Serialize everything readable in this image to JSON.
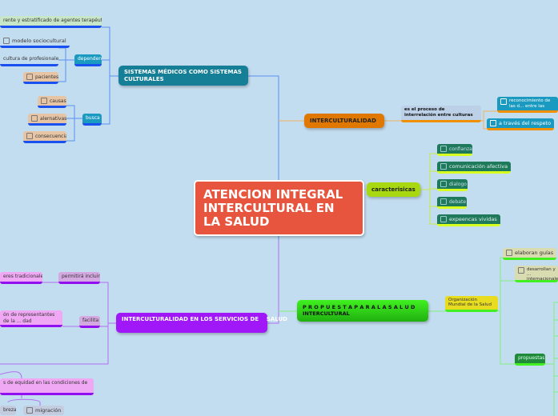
{
  "center": {
    "title": "ATENCION INTEGRAL INTERCULTURAL EN LA SALUD"
  },
  "sistemas": {
    "title": "SISTEMAS MÉDICOS COMO SISTEMAS CULTURALES",
    "top": "rente y estratificado de agentes terapéuticos",
    "dependen": "dependen",
    "dependen_items": [
      "modelo sociocultural",
      "cultura de profesionales",
      "pacientes"
    ],
    "busca": "busca",
    "busca_items": [
      "causas",
      "alernativas",
      "consecuencia"
    ]
  },
  "intercul": {
    "title": "INTERCULTURALIDAD",
    "def": "es el proceso de interrelación entre culturas",
    "items": [
      "reconocimiento de las d... entre las personas y gr...",
      "a través del respeto"
    ]
  },
  "caract": {
    "title": "caracterisicas",
    "items": [
      "confianza",
      "comunicación afectiva",
      "dialogo",
      "debate",
      "expeencas vividas"
    ]
  },
  "servicios": {
    "title": "INTERCULTURALIDAD EN LOS SERVICIOS DE    SALUD",
    "permitira": "permitirá incluir",
    "permitira_item": "eres tradicionales",
    "facilita": "facilita",
    "facilita_item": "ón de representantes de la ... dad",
    "equidad": "s de equidad en las condiciones de",
    "pobreza": "breza",
    "migracion": "migración"
  },
  "propuesta": {
    "title": "P R O P U E S T A P A R A L A S A L U D INTERCULTURAL",
    "oms": "Organización Mundial de la Salud",
    "items": [
      "elaboran guías",
      "desarrollan  y ... internacionales"
    ],
    "propuestas": "propuestas"
  }
}
